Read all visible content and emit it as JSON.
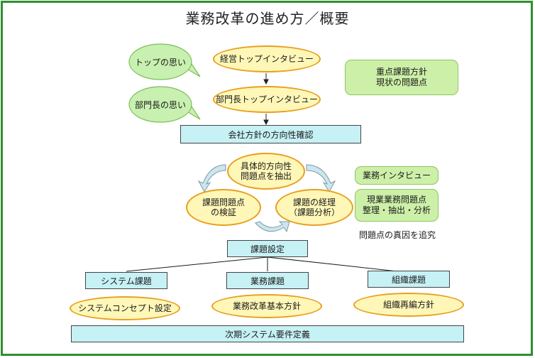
{
  "title": "業務改革の進め方／概要",
  "callouts": {
    "top_thoughts": "トップの思い",
    "dept_thoughts": "部門長の思い"
  },
  "interviews": {
    "top": "経営トップインタビュー",
    "dept": "部門長トップインタビュー"
  },
  "policy_box": "重点課題方針\n現状の問題点",
  "direction": "会社方針の方向性確認",
  "cycle": {
    "extract": "具体的方向性\n問題点を抽出",
    "verify": "課題問題点\nの検証",
    "analyze": "課題の経理\n（課題分析）"
  },
  "business_interview": "業務インタビュー",
  "current_issues": "現業業務問題点\n整理・抽出・分析",
  "root_cause": "問題点の真因を追究",
  "task_setting": "課題設定",
  "tasks": {
    "system": "システム課題",
    "business": "業務課題",
    "organization": "組織課題"
  },
  "outcomes": {
    "system": "システムコンセプト設定",
    "business": "業務改革基本方針",
    "organization": "組織再編方針"
  },
  "next_system": "次期システム要件定義",
  "colors": {
    "frame": "#2f8f2f",
    "yellow_fill": "#fff7b8",
    "yellow_border": "#e8a020",
    "cyan_fill": "#c6f1f5",
    "green_fill": "#cdf0a8",
    "bubble_fill": "#c8f0b0"
  },
  "icons": {
    "arrows": "down-arrow-icon",
    "cycle": "curved-arrow-icon"
  }
}
